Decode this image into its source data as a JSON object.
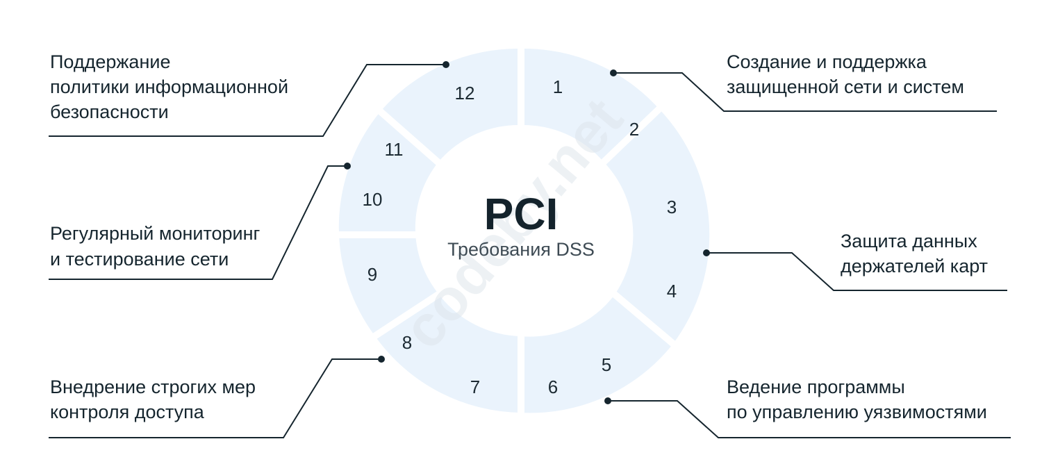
{
  "center": {
    "title": "PCI",
    "subtitle": "Требования DSS"
  },
  "watermark": "codeby.net",
  "ring": {
    "segments": [
      {
        "id": 1,
        "label": "1"
      },
      {
        "id": 2,
        "label": "2"
      },
      {
        "id": 3,
        "label": "3"
      },
      {
        "id": 4,
        "label": "4"
      },
      {
        "id": 5,
        "label": "5"
      },
      {
        "id": 6,
        "label": "6"
      },
      {
        "id": 7,
        "label": "7"
      },
      {
        "id": 8,
        "label": "8"
      },
      {
        "id": 9,
        "label": "9"
      },
      {
        "id": 10,
        "label": "10"
      },
      {
        "id": 11,
        "label": "11"
      },
      {
        "id": 12,
        "label": "12"
      }
    ]
  },
  "goals": [
    {
      "id": "secure-network",
      "lines": [
        "Создание и поддержка",
        "защищенной сети и систем"
      ]
    },
    {
      "id": "cardholder-data",
      "lines": [
        "Защита данных",
        "держателей карт"
      ]
    },
    {
      "id": "vulnerability-management",
      "lines": [
        "Ведение программы",
        "по управлению уязвимостями"
      ]
    },
    {
      "id": "access-control",
      "lines": [
        "Внедрение строгих мер",
        "контроля доступа"
      ]
    },
    {
      "id": "monitoring-testing",
      "lines": [
        "Регулярный мониторинг",
        "и тестирование сети"
      ]
    },
    {
      "id": "security-policy",
      "lines": [
        "Поддержание",
        "политики информационной",
        "безопасности"
      ]
    }
  ],
  "colors": {
    "segment_fill": "#eaf3fc",
    "text": "#15252e",
    "leader_line": "#15252e",
    "watermark": "#dfe6ec"
  }
}
